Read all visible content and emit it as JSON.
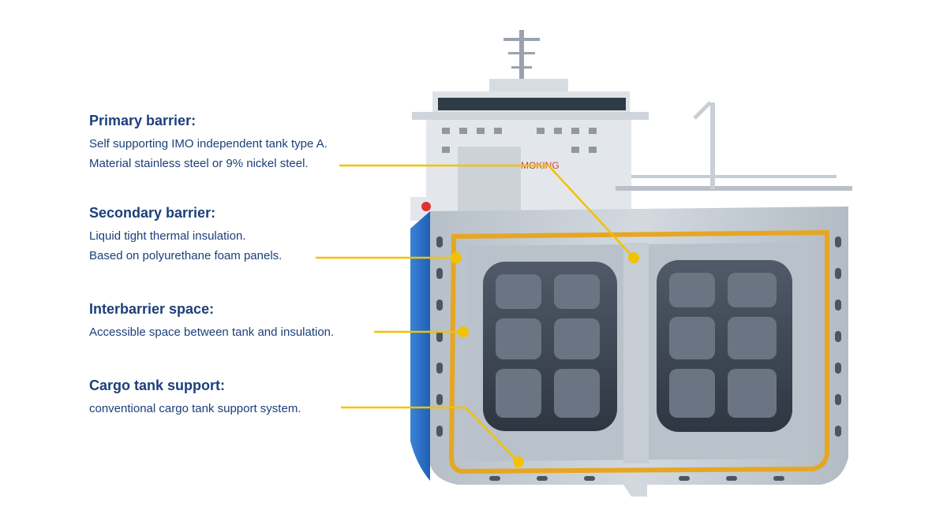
{
  "callouts": [
    {
      "title": "Primary barrier:",
      "lines": [
        "Self supporting IMO independent tank type A.",
        "Material stainless steel or 9% nickel steel."
      ]
    },
    {
      "title": "Secondary barrier:",
      "lines": [
        "Liquid tight thermal insulation.",
        "Based on polyurethane foam panels."
      ]
    },
    {
      "title": "Interbarrier space:",
      "lines": [
        "Accessible space between tank and insulation."
      ]
    },
    {
      "title": "Cargo tank support:",
      "lines": [
        "conventional cargo tank support system."
      ]
    }
  ],
  "ship_name": "MOKING",
  "colors": {
    "text": "#1c3f7a",
    "leader": "#f2c200",
    "insulation": "#e6a622",
    "hull_blue": "#2f74cc",
    "steel": "#c3cad2",
    "tank_dark": "#3a4452"
  }
}
